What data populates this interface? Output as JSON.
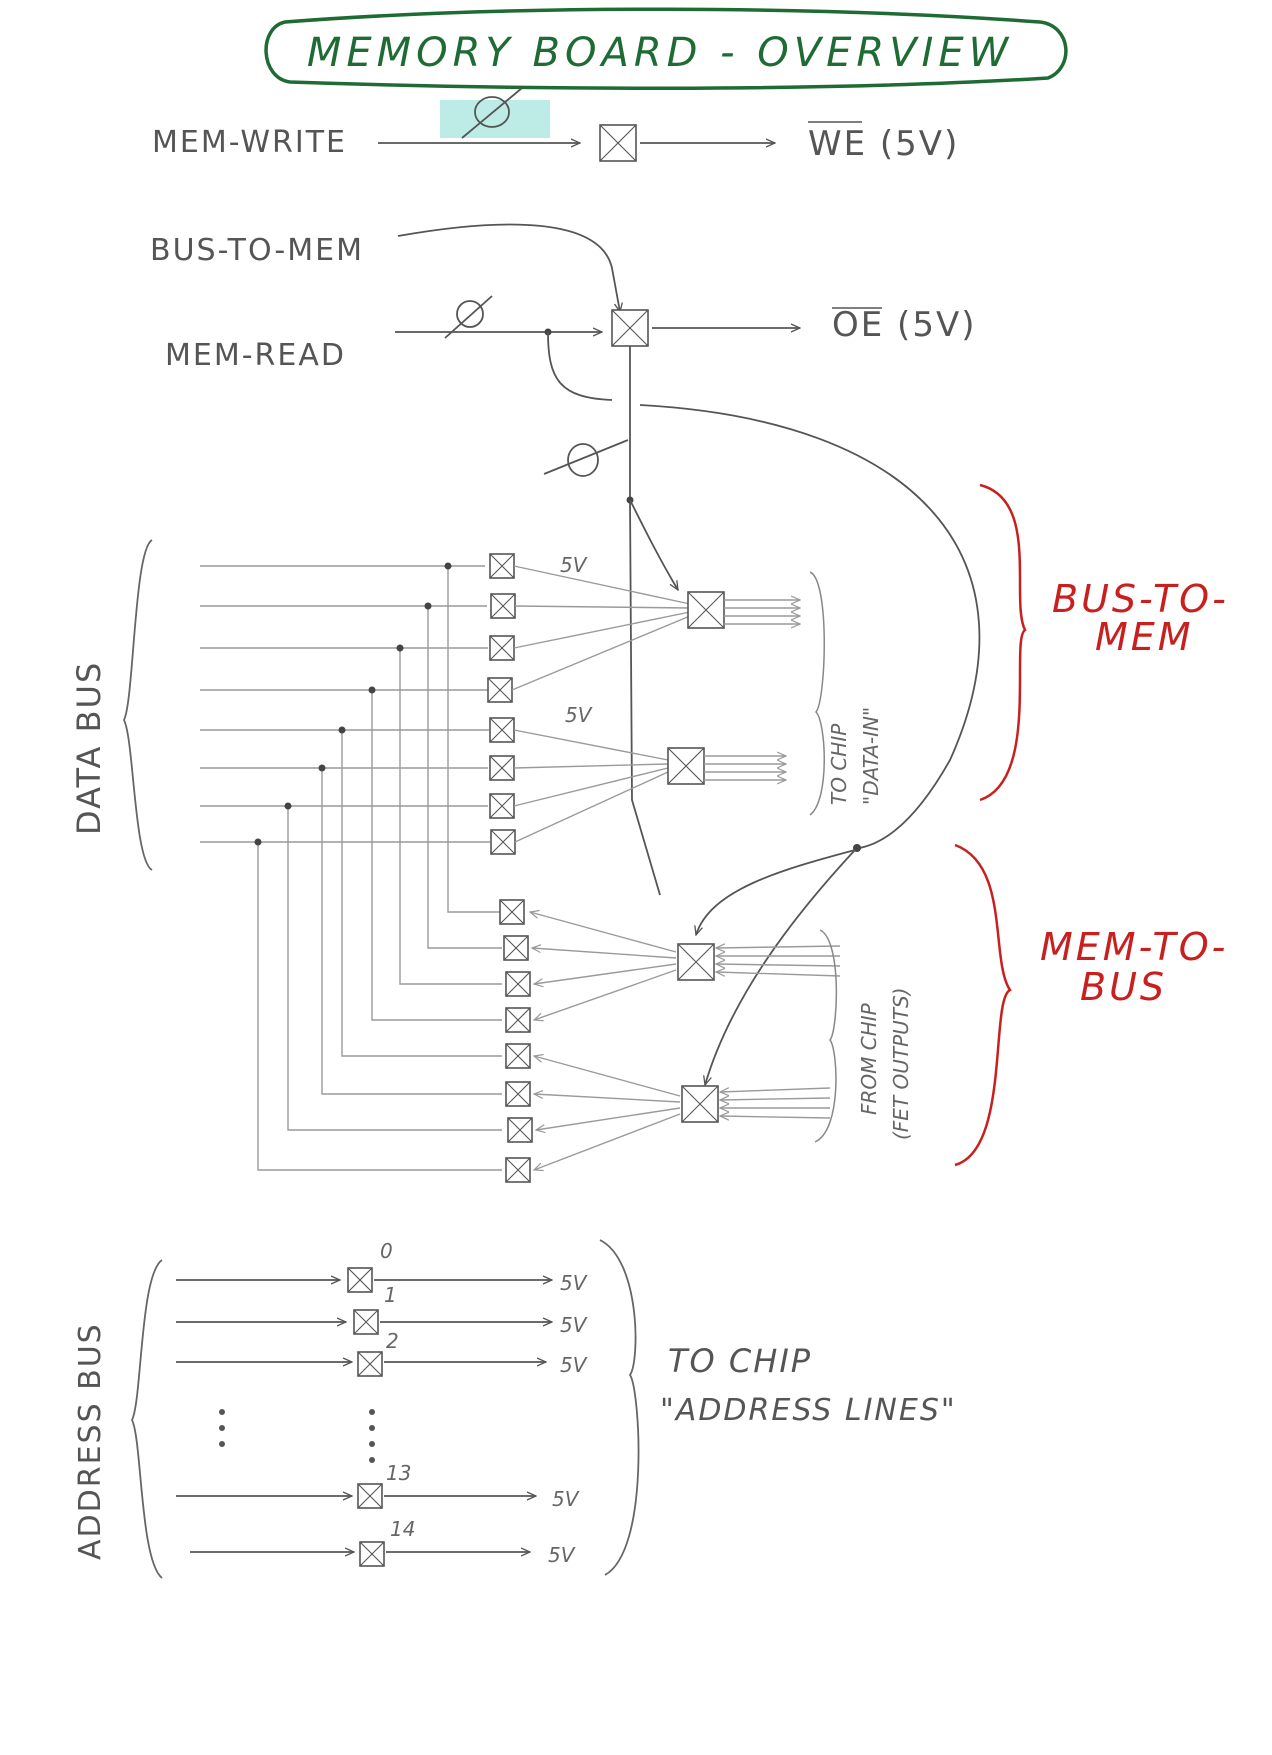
{
  "title": "MEMORY BOARD - OVERVIEW",
  "control": {
    "mem_write": "MEM-WRITE",
    "we_out": "WE (5V)",
    "bus_to_mem": "BUS-TO-MEM",
    "mem_read": "MEM-READ",
    "oe_out": "OE (5V)"
  },
  "data_section": {
    "bus_label": "DATA BUS",
    "volt_label": "5V",
    "to_chip": "TO CHIP",
    "data_in": "\"DATA-IN\"",
    "from_chip": "FROM CHIP",
    "fet_outputs": "(FET OUTPUTS)",
    "bus_to_mem_brace": [
      "BUS-TO-",
      "MEM"
    ],
    "mem_to_bus_brace": [
      "MEM-TO-",
      "BUS"
    ]
  },
  "address_section": {
    "bus_label": "ADDRESS BUS",
    "line_numbers": [
      "0",
      "1",
      "2",
      "13",
      "14"
    ],
    "volt_label": "5V",
    "to_chip": "TO CHIP",
    "address_lines": "\"ADDRESS LINES\""
  },
  "colors": {
    "title_ink": "#1e6b33",
    "brace_ink": "#c8201f",
    "pencil": "#555555",
    "highlight": "#3fc9b4"
  }
}
